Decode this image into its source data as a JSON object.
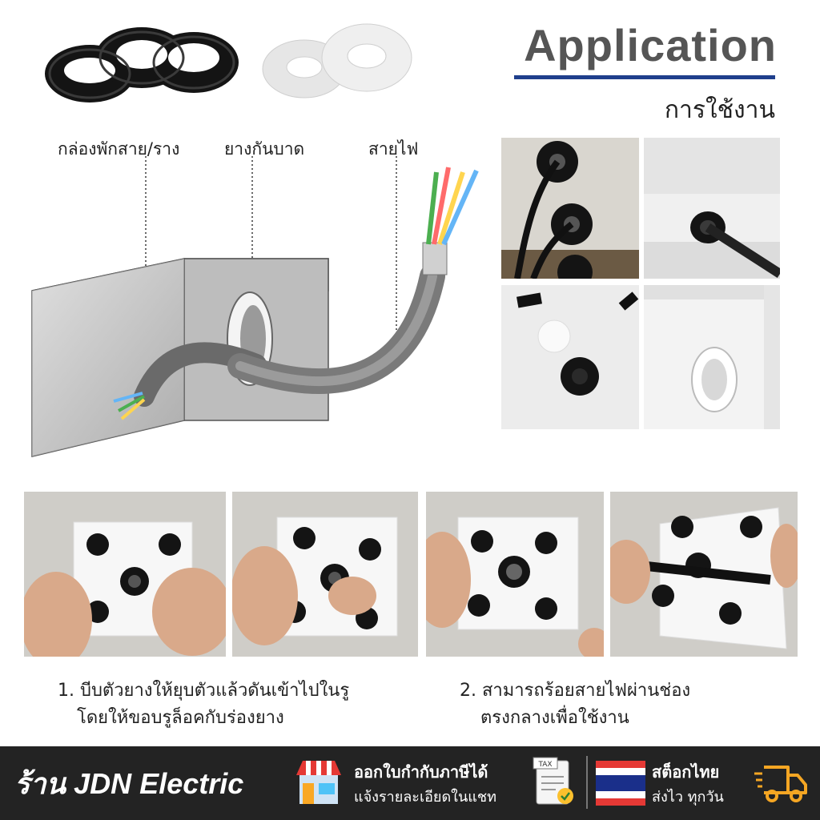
{
  "header": {
    "title": "Application",
    "subtitle": "การใช้งาน"
  },
  "diagram": {
    "labels": [
      "กล่องพักสาย/ราง",
      "ยางกันบาด",
      "สายไฟ"
    ]
  },
  "steps": [
    {
      "line1": "1. บีบตัวยางให้ยุบตัวแล้วดันเข้าไปในรู",
      "line2": "โดยให้ขอบรูล็อคกับร่องยาง"
    },
    {
      "line1": "2. สามารถร้อยสายไฟผ่านช่อง",
      "line2": "ตรงกลางเพื่อใช้งาน"
    }
  ],
  "footer": {
    "shop_name": "ร้าน JDN Electric",
    "tax_line1": "ออกใบกำกับภาษีได้",
    "tax_line2": "แจ้งรายละเอียดในแชท",
    "tax_badge": "TAX",
    "stock_line1": "สต็อกไทย",
    "stock_line2": "ส่งไว ทุกวัน"
  },
  "colors": {
    "title_bar": "#1f3f8c",
    "footer_bg": "#232323",
    "grommet_black": "#111111",
    "grommet_white": "#f4f4f4"
  },
  "icons": [
    "shop-icon",
    "tax-document-icon",
    "thai-flag-icon",
    "delivery-truck-icon"
  ]
}
